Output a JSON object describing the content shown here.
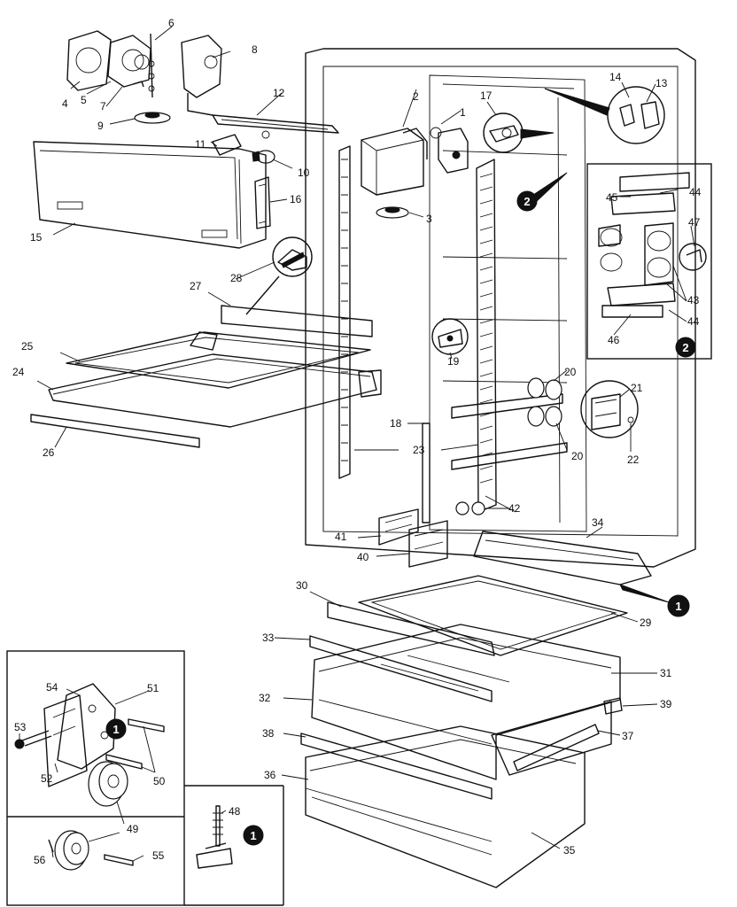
{
  "labels": [
    "1",
    "2",
    "3",
    "4",
    "5",
    "6",
    "7",
    "8",
    "9",
    "10",
    "11",
    "12",
    "13",
    "14",
    "15",
    "16",
    "17",
    "18",
    "19",
    "20",
    "21",
    "22",
    "23",
    "24",
    "25",
    "26",
    "27",
    "28",
    "29",
    "30",
    "31",
    "32",
    "33",
    "34",
    "35",
    "36",
    "37",
    "38",
    "39",
    "40",
    "41",
    "42",
    "43",
    "44",
    "45",
    "46",
    "47",
    "48",
    "49",
    "50",
    "51",
    "52",
    "53",
    "54",
    "55",
    "56"
  ],
  "markers": {
    "one": "1",
    "two": "2"
  }
}
